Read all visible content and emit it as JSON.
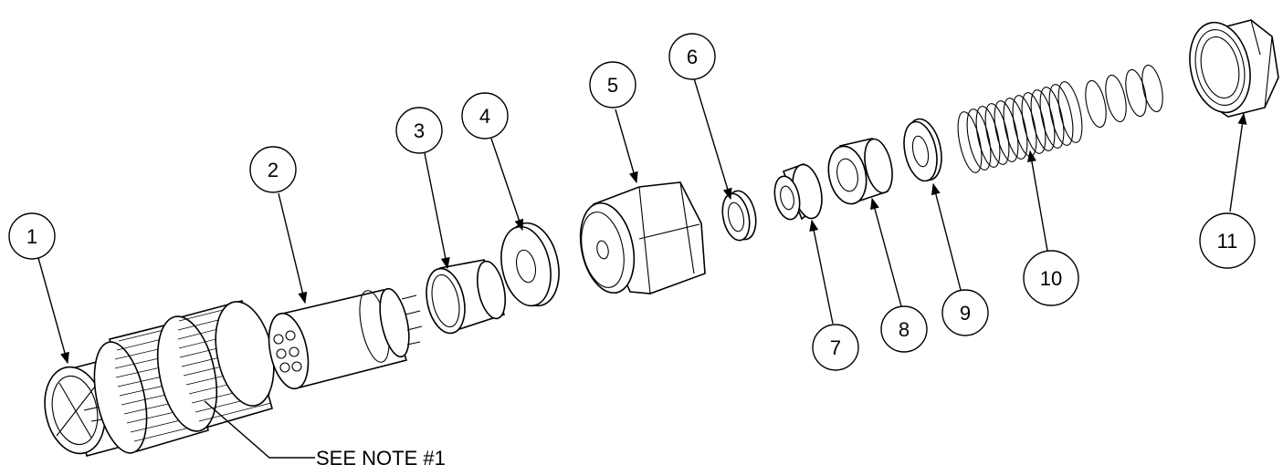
{
  "callouts": [
    {
      "label": "1"
    },
    {
      "label": "2"
    },
    {
      "label": "3"
    },
    {
      "label": "4"
    },
    {
      "label": "5"
    },
    {
      "label": "6"
    },
    {
      "label": "7"
    },
    {
      "label": "8"
    },
    {
      "label": "9"
    },
    {
      "label": "10"
    },
    {
      "label": "11"
    }
  ],
  "note": {
    "text": "SEE NOTE #1"
  },
  "colors": {
    "line": "#000000",
    "background": "#ffffff"
  }
}
